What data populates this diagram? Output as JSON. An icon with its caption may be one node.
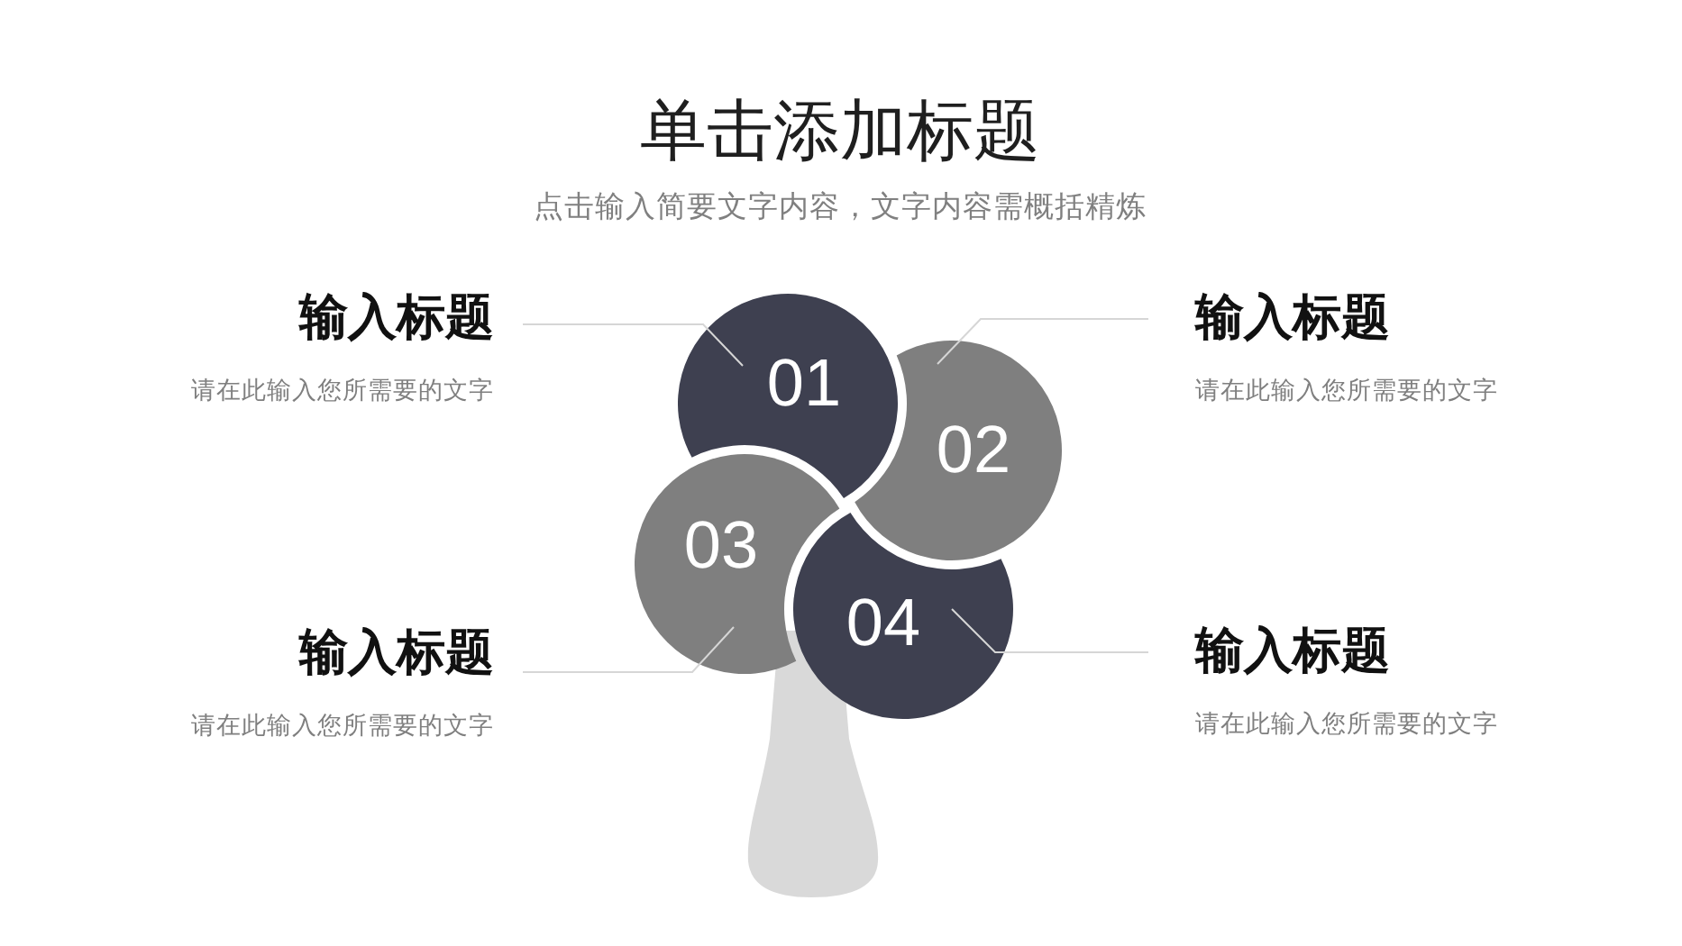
{
  "diagram": {
    "title": "单击添加标题",
    "nodes": [
      {
        "text": [
          "输入标题",
          "请在此输入您所需要的文字"
        ]
      },
      {
        "text": [
          "输入标题",
          "请在此输入您所需要的文字"
        ]
      },
      {
        "text": [
          "01"
        ]
      },
      {
        "text": [
          "02"
        ]
      },
      {
        "text": [
          "03"
        ]
      },
      {
        "text": [
          "04"
        ]
      },
      {
        "text": [
          "输入标题",
          "请在此输入您所需要的文字"
        ]
      },
      {
        "text": [
          "输入标题",
          "请在此输入您所需要的文字"
        ]
      },
      {
        "text": [],
        "shape": "trunk"
      }
    ],
    "edges": [
      {
        "from": 0,
        "to": 2,
        "arrow": "none"
      },
      {
        "from": 1,
        "to": 3,
        "arrow": "none"
      },
      {
        "from": 6,
        "to": 4,
        "arrow": "none"
      },
      {
        "from": 7,
        "to": 5,
        "arrow": "none"
      }
    ],
    "labels": [
      "点击输入简要文字内容，文字内容需概括精炼"
    ]
  }
}
